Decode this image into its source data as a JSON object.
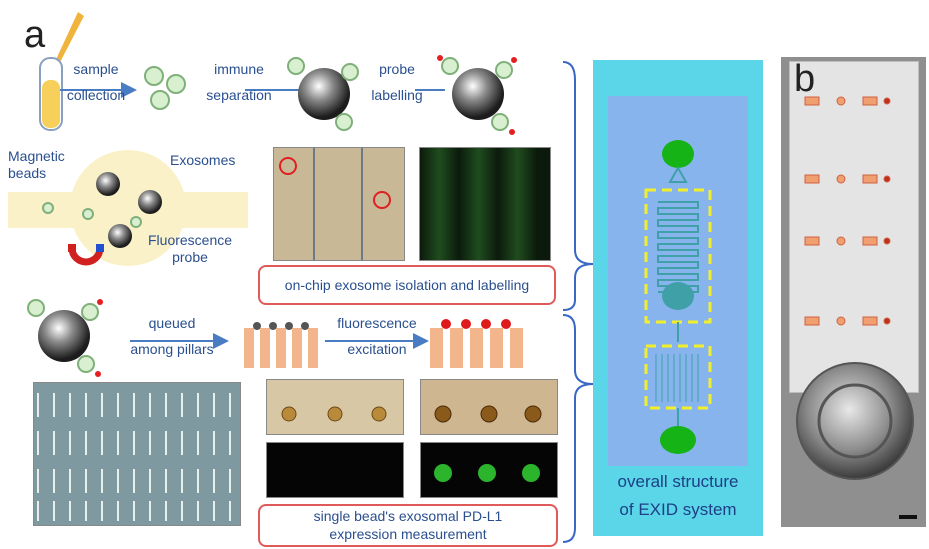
{
  "panel_a": {
    "letter": "a",
    "flow_top": {
      "step1_line1": "sample",
      "step1_line2": "collection",
      "step2_line1": "immune",
      "step2_line2": "separation",
      "step3_line1": "probe",
      "step3_line2": "labelling"
    },
    "chamber_labels": {
      "magnetic": "Magnetic\nbeads",
      "magnetic_l1": "Magnetic",
      "magnetic_l2": "beads",
      "exosomes": "Exosomes",
      "fluorescence_l1": "Fluorescence",
      "fluorescence_l2": "probe"
    },
    "box1": "on-chip exosome isolation and labelling",
    "flow_pillars": {
      "step1_line1": "queued",
      "step1_line2": "among pillars",
      "step2_line1": "fluorescence",
      "step2_line2": "excitation"
    },
    "box2_line1": "single bead's exosomal PD-L1",
    "box2_line2": "expression measurement"
  },
  "chip_overview": {
    "caption_line1": "overall structure",
    "caption_line2": "of EXID system",
    "colors": {
      "outer": "#5ad6e8",
      "inner": "#88b4ee",
      "channel": "#3fa0a8",
      "highlight": "#f2ef2a",
      "reservoir": "#16b316"
    }
  },
  "panel_b": {
    "letter": "b"
  }
}
